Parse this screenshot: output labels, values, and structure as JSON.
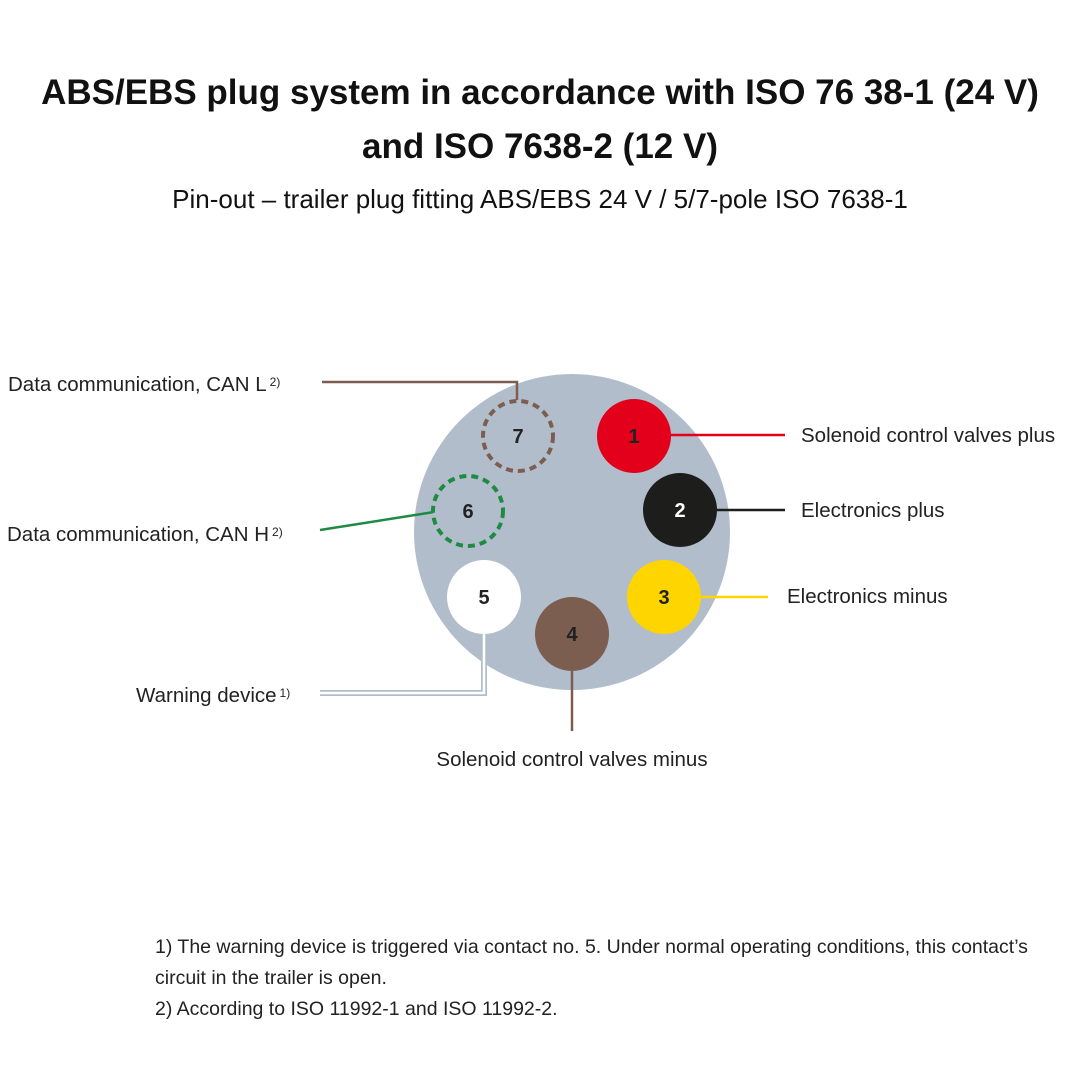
{
  "title_line1": "ABS/EBS plug system in accordance with ISO 76 38-1 (24 V)",
  "title_line2": "and ISO 7638-2 (12 V)",
  "subtitle": "Pin-out – trailer plug fitting ABS/EBS 24 V / 5/7-pole ISO 7638-1",
  "pins": [
    {
      "number": "1",
      "label": "Solenoid control valves plus",
      "footnote": "",
      "color": "#e2001a",
      "style": "solid"
    },
    {
      "number": "2",
      "label": "Electronics plus",
      "footnote": "",
      "color": "#1d1d1b",
      "style": "solid"
    },
    {
      "number": "3",
      "label": "Electronics minus",
      "footnote": "",
      "color": "#ffd500",
      "style": "solid"
    },
    {
      "number": "4",
      "label": "Solenoid control valves minus",
      "footnote": "",
      "color": "#7b5e50",
      "style": "solid"
    },
    {
      "number": "5",
      "label": "Warning device",
      "footnote": "1)",
      "color": "#ffffff",
      "style": "solid"
    },
    {
      "number": "6",
      "label": "Data communication, CAN H",
      "footnote": "2)",
      "color": "#1e8a43",
      "style": "dashed"
    },
    {
      "number": "7",
      "label": "Data communication, CAN L",
      "footnote": "2)",
      "color": "#7b5e50",
      "style": "dashed"
    }
  ],
  "plug_color": "#b2bdcb",
  "notes": [
    "1) The warning device is triggered via contact no. 5. Under normal operating conditions, this contact’s circuit in the trailer is open.",
    "2) According to ISO 11992-1 and ISO 11992-2."
  ]
}
